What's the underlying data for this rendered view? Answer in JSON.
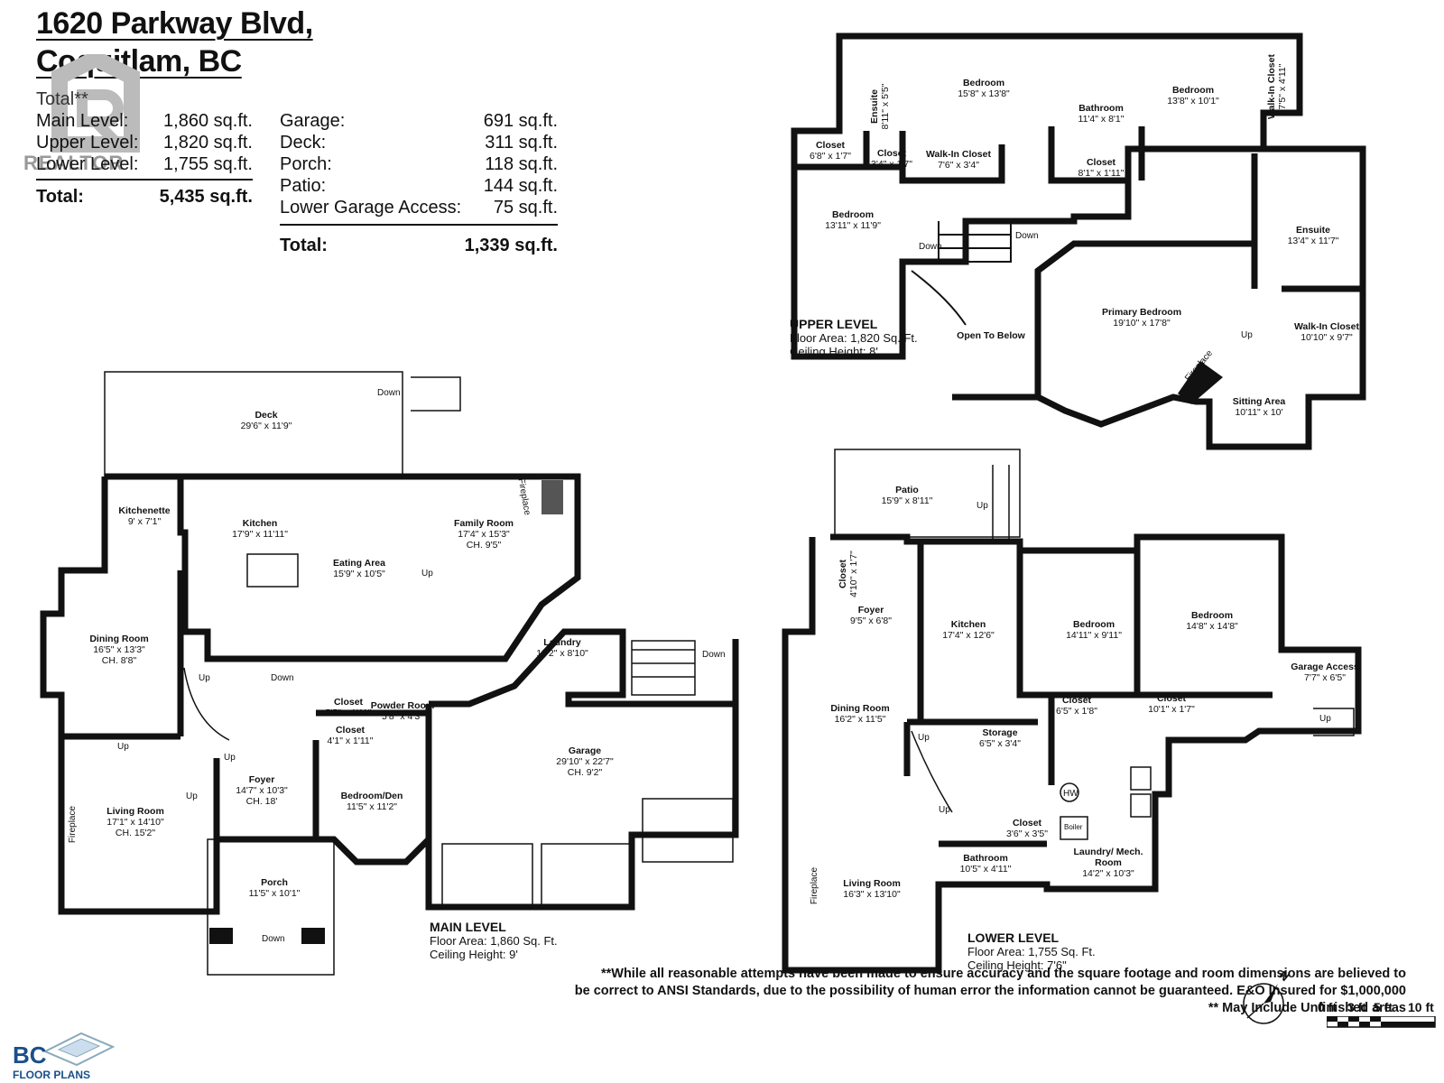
{
  "title": {
    "line1": "1620 Parkway Blvd,",
    "line2": "Coquitlam, BC"
  },
  "stats_left": {
    "header": "Total**",
    "rows": [
      {
        "label": "Main Level:",
        "value": "1,860 sq.ft."
      },
      {
        "label": "Upper Level:",
        "value": "1,820 sq.ft."
      },
      {
        "label": "Lower Level:",
        "value": "1,755 sq.ft."
      }
    ],
    "total_label": "Total:",
    "total_value": "5,435 sq.ft."
  },
  "stats_right": {
    "rows": [
      {
        "label": "Garage:",
        "value": "691 sq.ft."
      },
      {
        "label": "Deck:",
        "value": "311 sq.ft."
      },
      {
        "label": "Porch:",
        "value": "118 sq.ft."
      },
      {
        "label": "Patio:",
        "value": "144 sq.ft."
      },
      {
        "label": "Lower Garage Access:",
        "value": "75 sq.ft."
      }
    ],
    "total_label": "Total:",
    "total_value": "1,339 sq.ft."
  },
  "watermark": "REALTOR",
  "levels": {
    "upper": {
      "name": "UPPER LEVEL",
      "area": "Floor Area: 1,820 Sq. Ft.",
      "ceiling": "Ceiling Height: 8'"
    },
    "main": {
      "name": "MAIN LEVEL",
      "area": "Floor Area: 1,860 Sq. Ft.",
      "ceiling": "Ceiling Height: 9'"
    },
    "lower": {
      "name": "LOWER LEVEL",
      "area": "Floor Area: 1,755 Sq. Ft.",
      "ceiling": "Ceiling Height: 7'6\""
    }
  },
  "rooms": {
    "upper": [
      {
        "name": "Bedroom",
        "dim": "15'8\" x 13'8\""
      },
      {
        "name": "Bathroom",
        "dim": "11'4\" x 8'1\""
      },
      {
        "name": "Bedroom",
        "dim": "13'8\" x 10'1\""
      },
      {
        "name": "Walk-In Closet",
        "dim": "7'5\" x 4'11\""
      },
      {
        "name": "Ensuite",
        "dim": "8'11\" x 5'5\""
      },
      {
        "name": "Closet",
        "dim": "6'8\" x 1'7\""
      },
      {
        "name": "Closet",
        "dim": "3'4\" x 1'7\""
      },
      {
        "name": "Walk-In Closet",
        "dim": "7'6\" x 3'4\""
      },
      {
        "name": "Closet",
        "dim": "8'1\" x 1'11\""
      },
      {
        "name": "Bedroom",
        "dim": "13'11\" x 11'9\""
      },
      {
        "name": "Ensuite",
        "dim": "13'4\" x 11'7\""
      },
      {
        "name": "Primary Bedroom",
        "dim": "19'10\" x 17'8\""
      },
      {
        "name": "Walk-In Closet",
        "dim": "10'10\" x 9'7\""
      },
      {
        "name": "Sitting Area",
        "dim": "10'11\" x 10'"
      },
      {
        "name": "Open To Below",
        "dim": ""
      }
    ],
    "main": [
      {
        "name": "Deck",
        "dim": "29'6\" x 11'9\""
      },
      {
        "name": "Kitchenette",
        "dim": "9' x 7'1\""
      },
      {
        "name": "Kitchen",
        "dim": "17'9\" x 11'11\""
      },
      {
        "name": "Eating Area",
        "dim": "15'9\" x 10'5\""
      },
      {
        "name": "Family Room",
        "dim": "17'4\" x 15'3\"",
        "extra": "CH. 9'5\""
      },
      {
        "name": "Dining Room",
        "dim": "16'5\" x 13'3\"",
        "extra": "CH. 8'8\""
      },
      {
        "name": "Laundry",
        "dim": "13'2\" x 8'10\""
      },
      {
        "name": "Closet",
        "dim": "5'5\" x 1'11\""
      },
      {
        "name": "Powder Room",
        "dim": "5'8\" x 4'3\""
      },
      {
        "name": "Closet",
        "dim": "4'1\" x 1'11\""
      },
      {
        "name": "Living Room",
        "dim": "17'1\" x 14'10\"",
        "extra": "CH. 15'2\""
      },
      {
        "name": "Foyer",
        "dim": "14'7\" x 10'3\"",
        "extra": "CH. 18'"
      },
      {
        "name": "Bedroom/Den",
        "dim": "11'5\" x 11'2\""
      },
      {
        "name": "Garage",
        "dim": "29'10\" x 22'7\"",
        "extra": "CH. 9'2\""
      },
      {
        "name": "Porch",
        "dim": "11'5\" x 10'1\""
      }
    ],
    "lower": [
      {
        "name": "Patio",
        "dim": "15'9\" x 8'11\""
      },
      {
        "name": "Closet",
        "dim": "4'10\" x 1'7\""
      },
      {
        "name": "Foyer",
        "dim": "9'5\" x 6'8\""
      },
      {
        "name": "Kitchen",
        "dim": "17'4\" x 12'6\""
      },
      {
        "name": "Bedroom",
        "dim": "14'11\" x 9'11\""
      },
      {
        "name": "Bedroom",
        "dim": "14'8\" x 14'8\""
      },
      {
        "name": "Closet",
        "dim": "6'5\" x 1'8\""
      },
      {
        "name": "Closet",
        "dim": "10'1\" x 1'7\""
      },
      {
        "name": "Garage Access",
        "dim": "7'7\" x 6'5\""
      },
      {
        "name": "Dining Room",
        "dim": "16'2\" x 11'5\""
      },
      {
        "name": "Storage",
        "dim": "6'5\" x 3'4\""
      },
      {
        "name": "Closet",
        "dim": "3'6\" x 3'5\""
      },
      {
        "name": "Laundry/ Mech. Room",
        "dim": "14'2\" x 10'3\""
      },
      {
        "name": "Bathroom",
        "dim": "10'5\" x 4'11\""
      },
      {
        "name": "Living Room",
        "dim": "16'3\" x 13'10\""
      }
    ]
  },
  "tags": {
    "down": "Down",
    "up": "Up",
    "fireplace": "Fireplace",
    "hw": "HW",
    "boiler": "Boiler"
  },
  "scale": {
    "t0": "0 ft",
    "t3": "3 ft",
    "t5": "5 ft",
    "t10": "10 ft",
    "north": "N"
  },
  "disclaimer": {
    "line1": "**While all reasonable attempts have been made to ensure accuracy and the square footage and room dimensions are believed to",
    "line2": "be correct to ANSI Standards, due to the possibility of human error the information cannot be guaranteed. E&O Insured for $1,000,000",
    "line3": "** May Include Unfinished areas"
  },
  "logo": {
    "mark": "BC",
    "text": "FLOOR PLANS"
  }
}
